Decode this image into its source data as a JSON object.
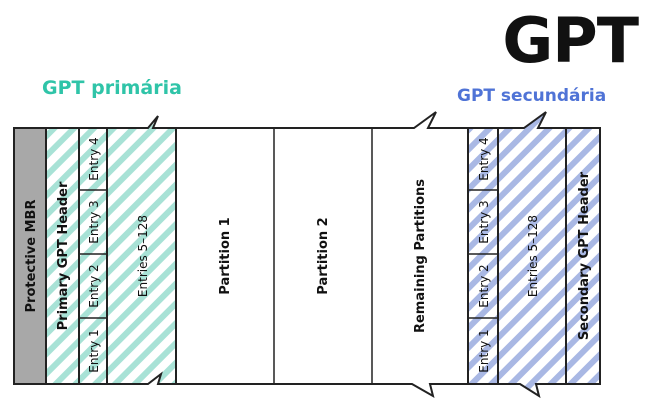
{
  "title": "GPT",
  "primary_label": "GPT primária",
  "secondary_label": "GPT secundária",
  "colors": {
    "primary": "#2fc4a8",
    "secondary": "#4f73d6",
    "mbr_fill": "#a8a8a8",
    "primary_stripe": "#a8e2d6",
    "secondary_stripe": "#a9b8e4",
    "outline": "#222222"
  },
  "blocks": {
    "protective_mbr": "Protective MBR",
    "primary_header": "Primary GPT Header",
    "primary_entry_1": "Entry 1",
    "primary_entry_2": "Entry 2",
    "primary_entry_3": "Entry 3",
    "primary_entry_4": "Entry 4",
    "primary_entries_rest": "Entries 5–128",
    "partition_1": "Partition 1",
    "partition_2": "Partition 2",
    "remaining_partitions": "Remaining Partitions",
    "secondary_entry_1": "Entry 1",
    "secondary_entry_2": "Entry 2",
    "secondary_entry_3": "Entry 3",
    "secondary_entry_4": "Entry 4",
    "secondary_entries_rest": "Entries 5–128",
    "secondary_header": "Secondary GPT Header"
  }
}
